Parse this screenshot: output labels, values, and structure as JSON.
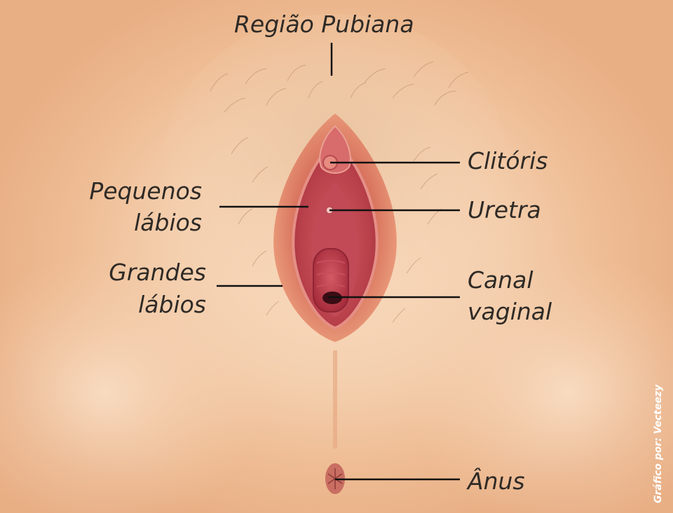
{
  "labels": {
    "pubic_region": "Região Pubiana",
    "clitoris": "Clitóris",
    "labia_minora_line1": "Pequenos",
    "labia_minora_line2": "lábios",
    "urethra": "Uretra",
    "labia_majora_line1": "Grandes",
    "labia_majora_line2": "lábios",
    "vaginal_canal_line1": "Canal",
    "vaginal_canal_line2": "vaginal",
    "anus": "Ânus"
  },
  "credit": "Gráfico por: Vecteezy",
  "colors": {
    "skin_light": "#f8dcc0",
    "skin_mid": "#f4cfae",
    "skin_dark": "#e8ae84",
    "hair": "#c99a73",
    "labia_outer": "#d9755f",
    "labia_inner": "#b8404a",
    "vestibule": "#c94a57",
    "canal": "#a42a3a",
    "leader_line": "#111111",
    "label_text": "#2e2a26",
    "credit_text": "#ffffff"
  }
}
